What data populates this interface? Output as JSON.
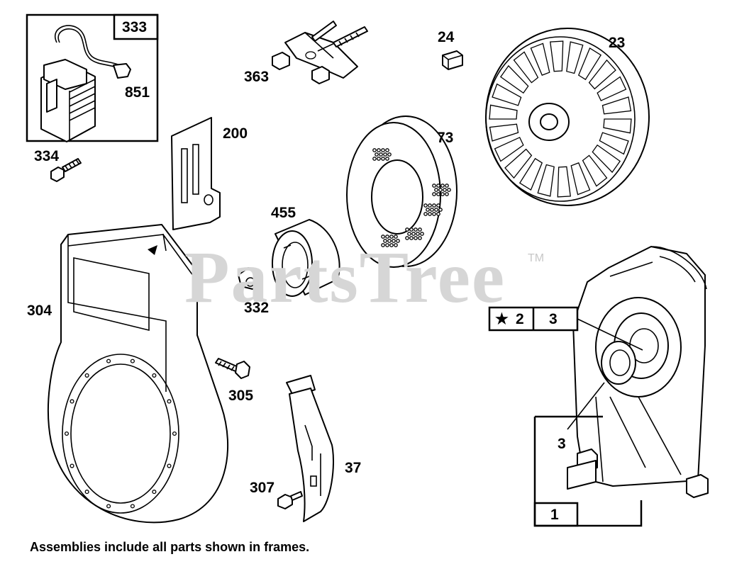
{
  "watermark": {
    "text": "PartsTree",
    "trademark": "TM"
  },
  "footnote": "Assemblies include all parts shown in frames.",
  "callouts": [
    {
      "id": "333",
      "label": "333"
    },
    {
      "id": "851",
      "label": "851"
    },
    {
      "id": "334",
      "label": "334"
    },
    {
      "id": "363",
      "label": "363"
    },
    {
      "id": "200",
      "label": "200"
    },
    {
      "id": "24",
      "label": "24"
    },
    {
      "id": "23",
      "label": "23"
    },
    {
      "id": "73",
      "label": "73"
    },
    {
      "id": "455",
      "label": "455"
    },
    {
      "id": "332",
      "label": "332"
    },
    {
      "id": "304",
      "label": "304"
    },
    {
      "id": "305",
      "label": "305"
    },
    {
      "id": "37",
      "label": "37"
    },
    {
      "id": "307",
      "label": "307"
    },
    {
      "id": "3-seal",
      "label": "3"
    },
    {
      "id": "1",
      "label": "1"
    }
  ],
  "kit_box": {
    "star": "★",
    "kit_number": "2",
    "part": "3"
  }
}
